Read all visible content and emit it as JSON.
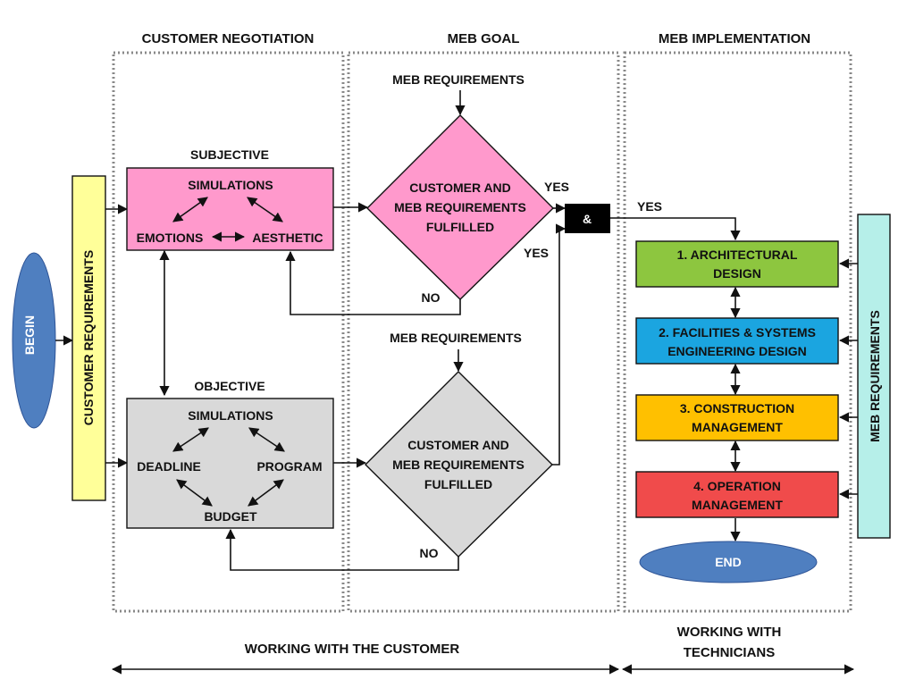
{
  "sections": {
    "negotiation": "CUSTOMER NEGOTIATION",
    "goal": "MEB GOAL",
    "implementation": "MEB IMPLEMENTATION"
  },
  "begin": "BEGIN",
  "end": "END",
  "customer_requirements": "CUSTOMER REQUIREMENTS",
  "meb_requirements_side": "MEB REQUIREMENTS",
  "subjective": {
    "title": "SUBJECTIVE",
    "simulations": "SIMULATIONS",
    "emotions": "EMOTIONS",
    "aesthetic": "AESTHETIC"
  },
  "objective": {
    "title": "OBJECTIVE",
    "simulations": "SIMULATIONS",
    "deadline": "DEADLINE",
    "program": "PROGRAM",
    "budget": "BUDGET"
  },
  "goal_top": {
    "input": "MEB REQUIREMENTS",
    "line1": "CUSTOMER AND",
    "line2": "MEB REQUIREMENTS",
    "line3": "FULFILLED",
    "yes": "YES",
    "no": "NO"
  },
  "goal_bottom": {
    "input": "MEB REQUIREMENTS",
    "line1": "CUSTOMER AND",
    "line2": "MEB REQUIREMENTS",
    "line3": "FULFILLED",
    "yes": "YES",
    "no": "NO"
  },
  "and_gate": "&",
  "and_yes": "YES",
  "steps": [
    {
      "line1": "1. ARCHITECTURAL",
      "line2": "DESIGN",
      "color": "#8dc63f"
    },
    {
      "line1": "2. FACILITIES & SYSTEMS",
      "line2": "ENGINEERING DESIGN",
      "color": "#1ba5e0"
    },
    {
      "line1": "3. CONSTRUCTION",
      "line2": "MANAGEMENT",
      "color": "#ffc000"
    },
    {
      "line1": "4. OPERATION",
      "line2": "MANAGEMENT",
      "color": "#f04b4b"
    }
  ],
  "footer": {
    "customer": "WORKING WITH THE CUSTOMER",
    "tech_line1": "WORKING WITH",
    "tech_line2": "TECHNICIANS"
  },
  "colors": {
    "begin_end": "#4f7fc0",
    "customer_req_fill": "#ffff99",
    "meb_req_fill": "#b6efe9",
    "subjective_fill": "#ff99cc",
    "objective_fill": "#d9d9d9",
    "gate_fill": "#000000"
  }
}
